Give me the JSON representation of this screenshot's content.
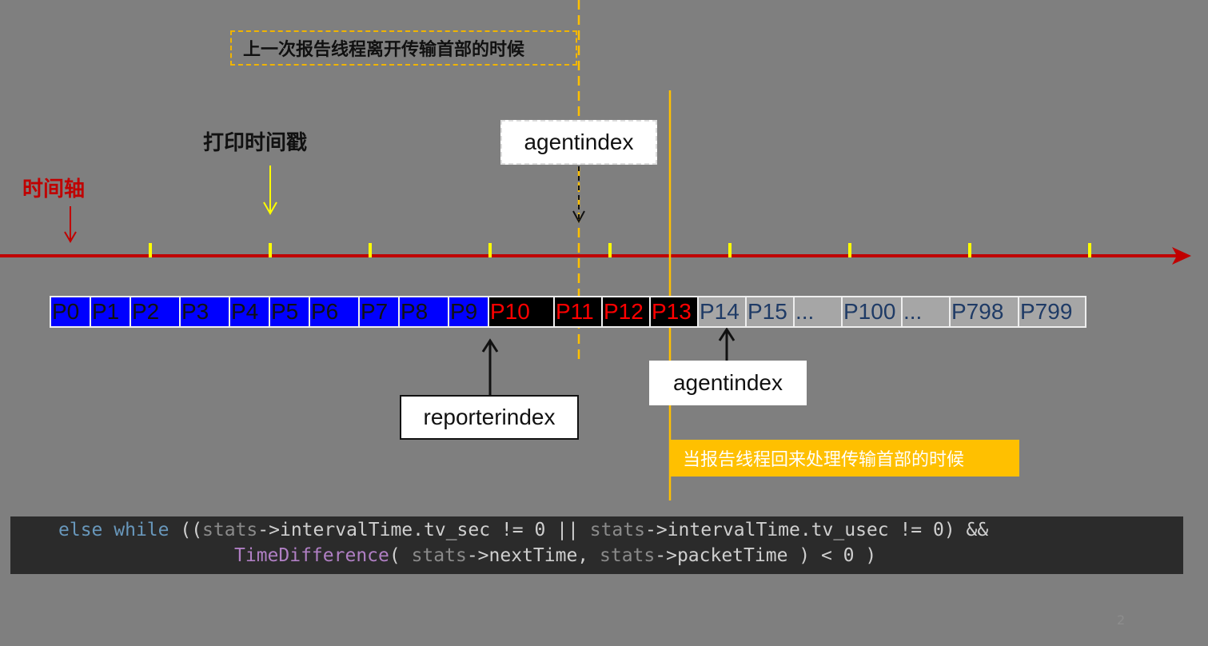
{
  "labels": {
    "prev_leave": "上一次报告线程离开传输首部的时候",
    "print_timestamp": "打印时间戳",
    "time_axis": "时间轴",
    "agent_index_top": "agentindex",
    "agent_index_bottom": "agentindex",
    "reporter_index": "reporterindex",
    "return_process": "当报告线程回来处理传输首部的时候"
  },
  "packets": [
    {
      "label": "P0",
      "state": "sent"
    },
    {
      "label": "P1",
      "state": "sent"
    },
    {
      "label": "P2",
      "state": "sent"
    },
    {
      "label": "P3",
      "state": "sent"
    },
    {
      "label": "P4",
      "state": "sent"
    },
    {
      "label": "P5",
      "state": "sent"
    },
    {
      "label": "P6",
      "state": "sent"
    },
    {
      "label": "P7",
      "state": "sent"
    },
    {
      "label": "P8",
      "state": "sent"
    },
    {
      "label": "P9",
      "state": "sent"
    },
    {
      "label": "P10",
      "state": "pending"
    },
    {
      "label": "P11",
      "state": "pending"
    },
    {
      "label": "P12",
      "state": "pending"
    },
    {
      "label": "P13",
      "state": "pending"
    },
    {
      "label": "P14",
      "state": "empty"
    },
    {
      "label": "P15",
      "state": "empty"
    },
    {
      "label": "...",
      "state": "empty"
    },
    {
      "label": "P100",
      "state": "empty"
    },
    {
      "label": "...",
      "state": "empty"
    },
    {
      "label": "P798",
      "state": "empty"
    },
    {
      "label": "P799",
      "state": "empty"
    }
  ],
  "code": {
    "l1_kw1": "else",
    "l1_kw2": "while",
    "l1_a": " ((",
    "l1_b": "stats",
    "l1_c": "->intervalTime.tv_sec != 0 || ",
    "l1_d": "stats",
    "l1_e": "->intervalTime.tv_usec != 0) &&",
    "l2_fn": "TimeDifference",
    "l2_a": "( ",
    "l2_b": "stats",
    "l2_c": "->nextTime, ",
    "l2_d": "stats",
    "l2_e": "->packetTime ) < 0 )"
  },
  "page_number": "2",
  "colors": {
    "background": "#7f7f7f",
    "axis": "#c00000",
    "tick": "#ffff00",
    "sent": "#0000ff",
    "pending": "#000000",
    "empty": "#a6a6a6",
    "highlight": "#ffc000"
  }
}
